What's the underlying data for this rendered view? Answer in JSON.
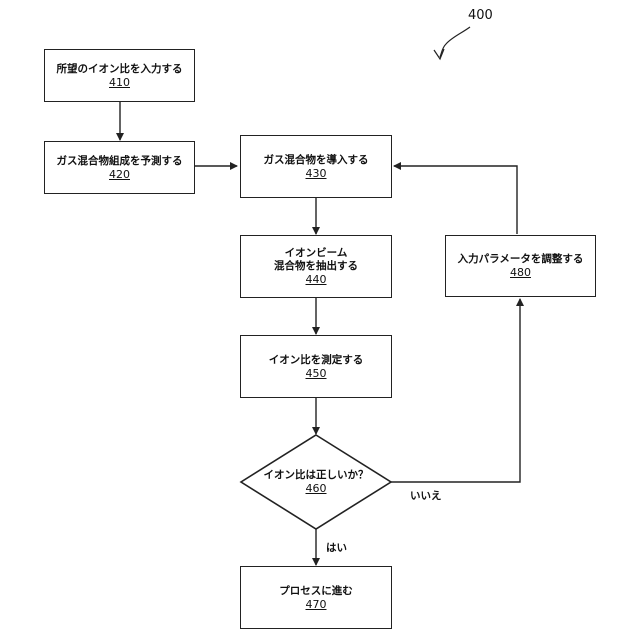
{
  "figure_ref": "400",
  "nodes": {
    "n410": {
      "label": "所望のイオン比を入力する",
      "ref": "410"
    },
    "n420": {
      "label": "ガス混合物組成を予測する",
      "ref": "420"
    },
    "n430": {
      "label": "ガス混合物を導入する",
      "ref": "430"
    },
    "n440": {
      "label_line1": "イオンビーム",
      "label_line2": "混合物を抽出する",
      "ref": "440"
    },
    "n450": {
      "label": "イオン比を測定する",
      "ref": "450"
    },
    "n460": {
      "label": "イオン比は正しいか？",
      "ref": "460"
    },
    "n470": {
      "label": "プロセスに進む",
      "ref": "470"
    },
    "n480": {
      "label": "入力パラメータを調整する",
      "ref": "480"
    }
  },
  "edge_labels": {
    "no": "いいえ",
    "yes": "はい"
  }
}
